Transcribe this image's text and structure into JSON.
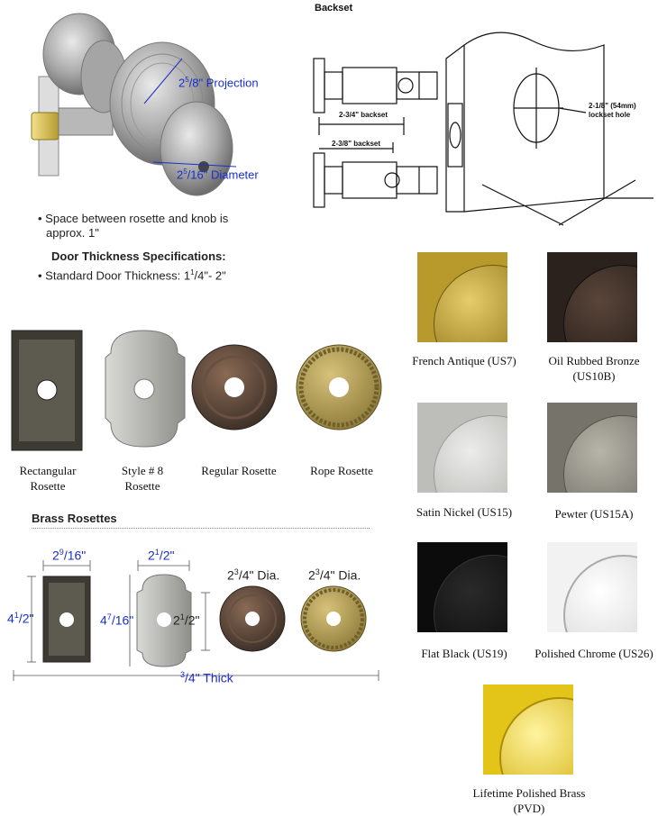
{
  "backset": {
    "title": "Backset",
    "dim1": "2-3/4\" backset",
    "dim2": "2-3/8\" backset",
    "hole_main": "2-1/8\" (54mm)",
    "hole_sub": "lockset hole"
  },
  "knob": {
    "proj_a": "2",
    "proj_b": "5",
    "proj_c": "/8\" Projection",
    "diam_a": "2",
    "diam_b": "5",
    "diam_c": "/16\" Diameter"
  },
  "specs": {
    "space_line1": "Space between rosette and knob is",
    "space_line2": "approx. 1\"",
    "heading": "Door Thickness Specifications:",
    "thick_a": "Standard Door Thickness: 1",
    "thick_b": "1",
    "thick_c": "/4\"- 2\""
  },
  "rosettes": [
    {
      "line1": "Rectangular",
      "line2": "Rosette"
    },
    {
      "line1": "Style # 8",
      "line2": "Rosette"
    },
    {
      "line1": "Regular Rosette",
      "line2": ""
    },
    {
      "line1": "Rope Rosette",
      "line2": ""
    }
  ],
  "brass": {
    "title": "Brass Rosettes",
    "w1_a": "2",
    "w1_b": "9",
    "w1_c": "/16\"",
    "w2_a": "2",
    "w2_b": "1",
    "w2_c": "/2\"",
    "h1_a": "4",
    "h1_b": "1",
    "h1_c": "/2\"",
    "h2_a": "4",
    "h2_b": "7",
    "h2_c": "/16\"",
    "h3_a": "2",
    "h3_b": "1",
    "h3_c": "/2\"",
    "d1_a": "2",
    "d1_b": "3",
    "d1_c": "/4\" Dia.",
    "d2_a": "2",
    "d2_b": "3",
    "d2_c": "/4\" Dia.",
    "t_b": "3",
    "t_c": "/4\" Thick"
  },
  "finishes": [
    {
      "line1": "French Antique (US7)",
      "line2": "",
      "color": "#b89a2c"
    },
    {
      "line1": "Oil Rubbed Bronze",
      "line2": "(US10B)",
      "color": "#3a2e26"
    },
    {
      "line1": "Satin Nickel (US15)",
      "line2": "",
      "color": "#c9c9c6"
    },
    {
      "line1": "Pewter (US15A)",
      "line2": "",
      "color": "#8f8d82"
    },
    {
      "line1": "Flat Black (US19)",
      "line2": "",
      "color": "#111111"
    },
    {
      "line1": "Polished Chrome (US26)",
      "line2": "",
      "color": "#e8e8e8"
    },
    {
      "line1": "Lifetime Polished Brass",
      "line2": "(PVD)",
      "color": "#e3c51a"
    }
  ]
}
